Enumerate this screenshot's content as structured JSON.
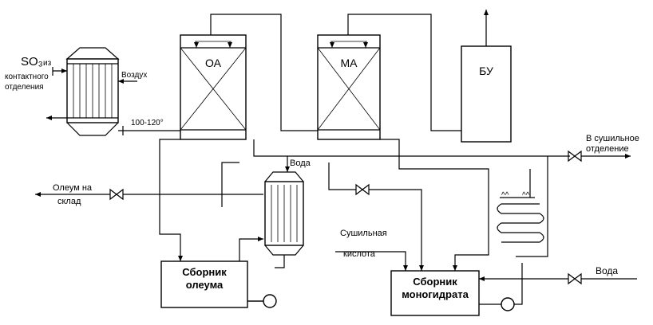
{
  "labels": {
    "so3": "SO₃",
    "so3_iz": "из",
    "contact_1": "контактного",
    "contact_2": "отделения",
    "vozdukh": "Воздух",
    "temp": "100-120°",
    "oa": "ОА",
    "ma": "МА",
    "bu": "БУ",
    "drying_1": "В сушильное",
    "drying_2": "отделение",
    "oleum_out_1": "Олеум на",
    "oleum_out_2": "склад",
    "voda_top": "Вода",
    "sushilnaya_1": "Сушильная",
    "sushilnaya_2": "кислота",
    "voda_right": "Вода",
    "sbornik_oleuma_1": "Сборник",
    "sbornik_oleuma_2": "олеума",
    "sbornik_mono_1": "Сборник",
    "sbornik_mono_2": "моногидрата"
  }
}
